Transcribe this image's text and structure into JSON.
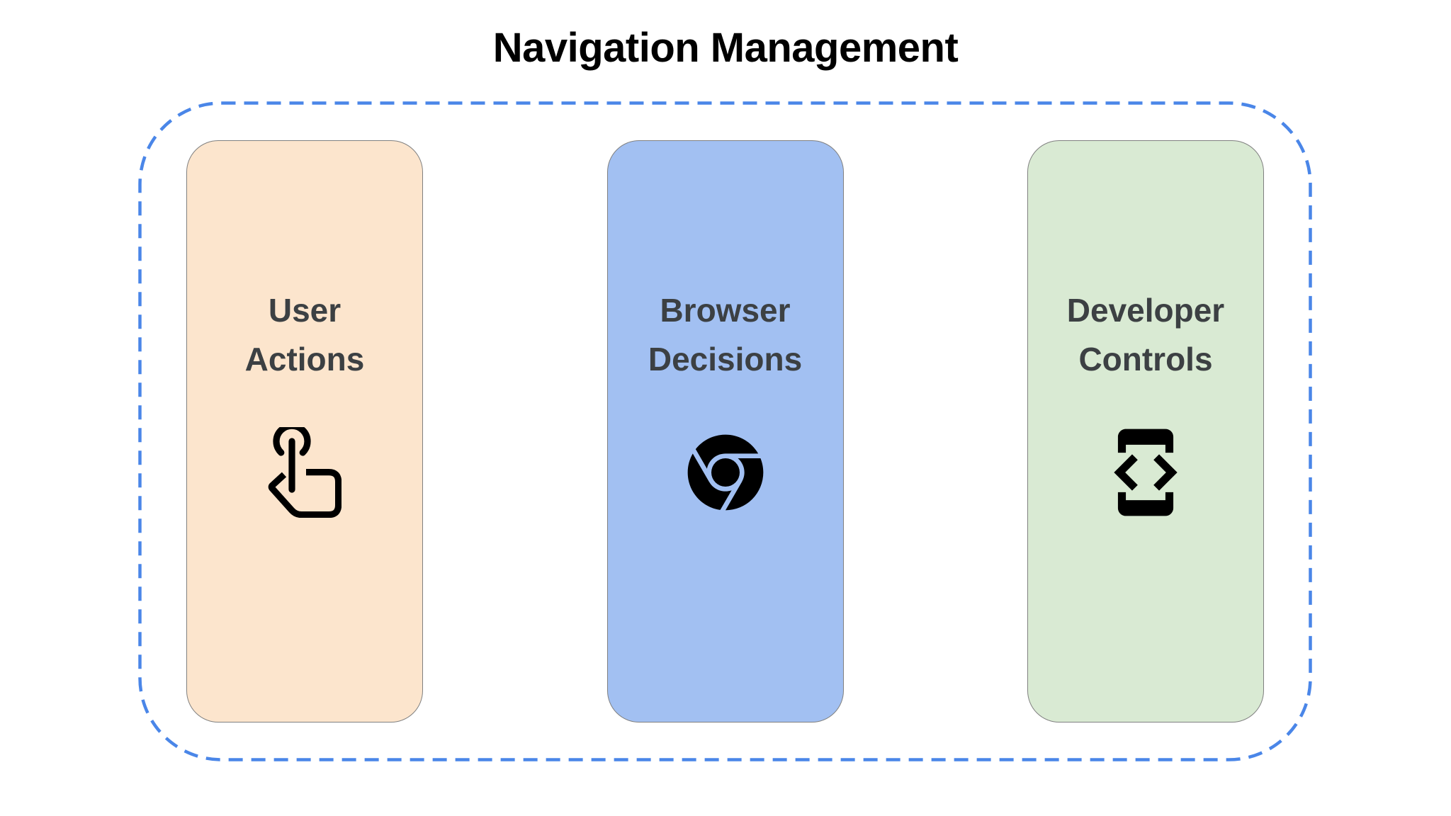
{
  "page": {
    "title": "Navigation Management"
  },
  "diagram": {
    "frame": {
      "style": "dashed-rounded-border"
    },
    "cards": [
      {
        "label": "User Actions",
        "lines": [
          "User",
          "Actions"
        ],
        "icon": "touch-gesture-icon"
      },
      {
        "label": "Browser Decisions",
        "lines": [
          "Browser",
          "Decisions"
        ],
        "icon": "chrome-browser-icon"
      },
      {
        "label": "Developer Controls",
        "lines": [
          "Developer",
          "Controls"
        ],
        "icon": "developer-mode-icon"
      }
    ]
  },
  "colors": {
    "page-bg": "#ffffff",
    "title-text": "#000000",
    "label-text": "#3c4043",
    "frame-border": "#4a86e8",
    "card-border": "#808080",
    "card1-bg": "#fce5cd",
    "card2-bg": "#a2c0f2",
    "card3-bg": "#d9ead3",
    "icon": "#000000"
  }
}
